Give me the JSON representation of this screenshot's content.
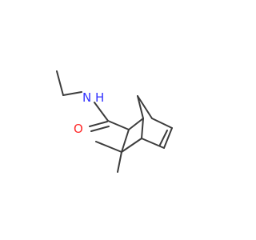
{
  "molecule": {
    "atoms": {
      "nitrogen": {
        "label": "N",
        "color": "#3333ff"
      },
      "hydrogen": {
        "label": "H",
        "color": "#3333ff"
      },
      "oxygen": {
        "label": "O",
        "color": "#ff2a2a"
      }
    },
    "bond_color": "#3c3c3c",
    "background": "#ffffff"
  }
}
